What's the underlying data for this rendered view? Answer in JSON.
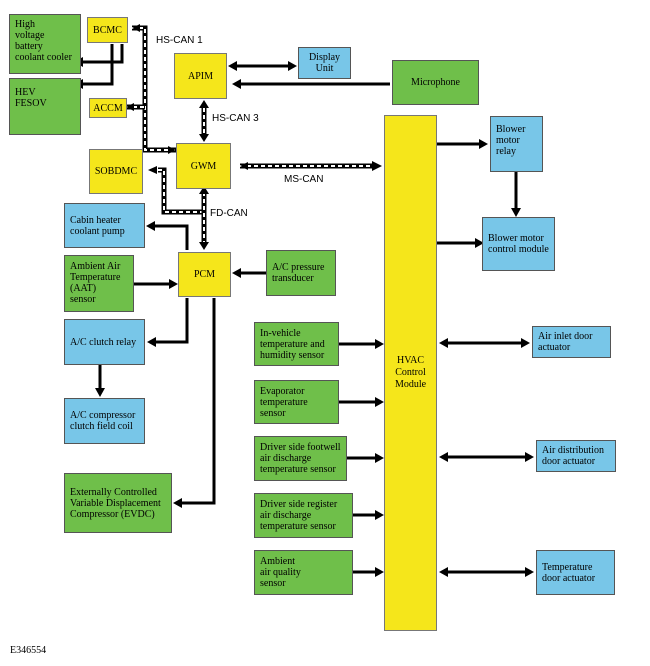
{
  "figure_id": "E346554",
  "colors": {
    "module": "#f5e61b",
    "input": "#6fbf4a",
    "output": "#78c6e8",
    "line": "#000000"
  },
  "modules": {
    "bcmc": "BCMC",
    "accm": "ACCM",
    "apim": "APIM",
    "gwm": "GWM",
    "sobdmc": "SOBDMC",
    "pcm": "PCM",
    "hvac": "HVAC\nControl\nModule"
  },
  "components": {
    "hv_battery_cooler": "High\nvoltage\nbattery\ncoolant cooler",
    "hev_fesov": "HEV\nFESOV",
    "display_unit": "Display\nUnit",
    "microphone": "Microphone",
    "cabin_heater_pump": "Cabin heater\ncoolant pump",
    "aat_sensor": "Ambient Air\nTemperature\n(AAT)\nsensor",
    "ac_pressure": "A/C pressure\ntransducer",
    "ac_clutch_relay": "A/C clutch relay",
    "ac_compressor_coil": "A/C compressor\nclutch field coil",
    "evdc": "Externally Controlled\nVariable Displacement\nCompressor (EVDC)",
    "in_vehicle_sensor": "In-vehicle\ntemperature and\nhumidity sensor",
    "evaporator_sensor": "Evaporator\ntemperature\nsensor",
    "footwell_sensor": "Driver side footwell\nair discharge\ntemperature sensor",
    "register_sensor": "Driver side register\nair discharge\ntemperature sensor",
    "air_quality_sensor": "Ambient\nair quality\nsensor",
    "blower_relay": "Blower\nmotor\nrelay",
    "blower_module": "Blower motor\ncontrol module",
    "air_inlet_actuator": "Air inlet door\nactuator",
    "air_distribution_actuator": "Air distribution\ndoor actuator",
    "temperature_actuator": "Temperature\ndoor actuator"
  },
  "buses": {
    "hs_can1": "HS-CAN 1",
    "hs_can3": "HS-CAN 3",
    "ms_can": "MS-CAN",
    "fd_can": "FD-CAN"
  }
}
